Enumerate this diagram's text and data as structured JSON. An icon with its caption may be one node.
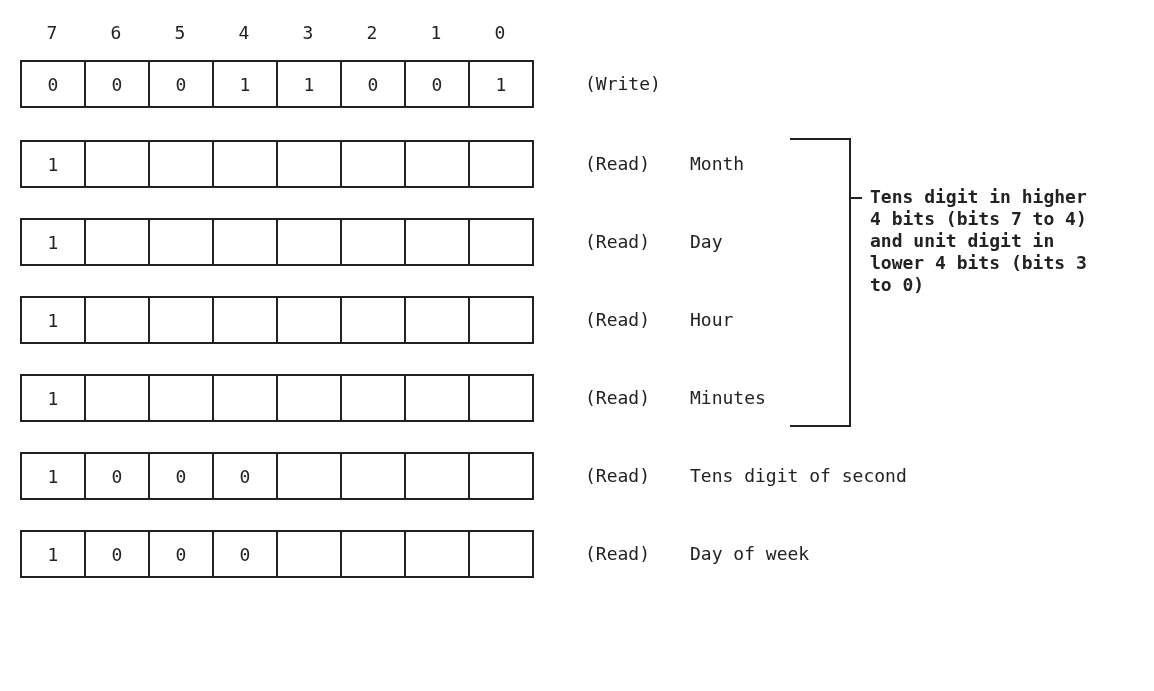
{
  "diagram": {
    "labels": [
      "7",
      "6",
      "5",
      "4",
      "3",
      "2",
      "1",
      "0",
      "0",
      "0",
      "0",
      "1",
      "1",
      "0",
      "0",
      "1",
      "(Write)",
      "1",
      "(Read)",
      "Month",
      "Tens digit in higher 4 bits (bits 7 to 4) and unit digit in lower 4 bits (bits 3 to 0)",
      "1",
      "(Read)",
      "Day",
      "1",
      "(Read)",
      "Hour",
      "1",
      "(Read)",
      "Minutes",
      "1",
      "0",
      "0",
      "0",
      "(Read)",
      "Tens digit of second",
      "1",
      "0",
      "0",
      "0",
      "(Read)",
      "Day of week"
    ]
  }
}
